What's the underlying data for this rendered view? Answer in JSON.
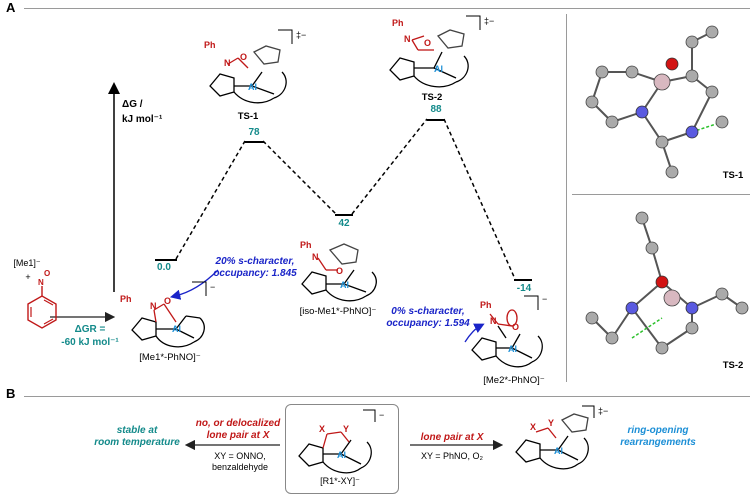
{
  "panel_a": {
    "label": "A",
    "axis_label": "ΔG /",
    "axis_unit": "kJ mol⁻¹",
    "reactant_charge_label": "[Me1]⁻",
    "plus": "+",
    "delta_g_r_label": "ΔGR =",
    "delta_g_r_value": "-60 kJ mol⁻¹",
    "levels": [
      {
        "value": "0.0"
      },
      {
        "value": "78"
      },
      {
        "value": "42"
      },
      {
        "value": "88"
      },
      {
        "value": "-14"
      }
    ],
    "species": {
      "start": "[Me1*-PhNO]⁻",
      "ts1": "TS-1",
      "iso": "[iso-Me1*-PhNO]⁻",
      "ts2": "TS-2",
      "product": "[Me2*-PhNO]⁻"
    },
    "annotation_1": {
      "line1": "20% s-character,",
      "line2": "occupancy: 1.845"
    },
    "annotation_2": {
      "line1": "0% s-character,",
      "line2": "occupancy: 1.594"
    },
    "atom_labels": {
      "ph": "Ph",
      "n": "N",
      "o": "O",
      "al": "Al",
      "charge_ts": "‡−",
      "charge": "−"
    },
    "ts1_3d_label": "TS-1",
    "ts2_3d_label": "TS-2"
  },
  "panel_b": {
    "label": "B",
    "left_outcome": {
      "line1": "stable at",
      "line2": "room temperature"
    },
    "left_condition": {
      "line1": "no, or delocalized",
      "line2": "lone pair at X"
    },
    "left_examples": {
      "line1": "XY = ONNO,",
      "line2": "benzaldehyde"
    },
    "center_label": "[R1*-XY]⁻",
    "center_atoms": {
      "x": "X",
      "y": "Y"
    },
    "right_condition": "lone pair at X",
    "right_examples": "XY = PhNO, O₂",
    "right_outcome": {
      "line1": "ring-opening",
      "line2": "rearrangements"
    }
  }
}
